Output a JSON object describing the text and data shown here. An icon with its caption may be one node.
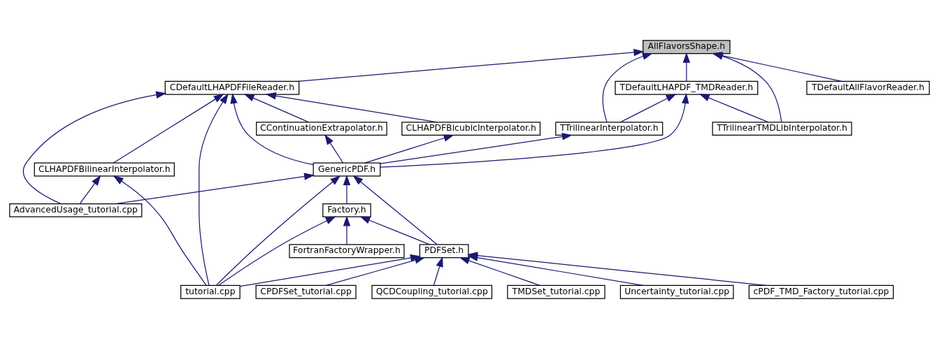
{
  "diagram": {
    "nodes": [
      {
        "text": [
          "AllFlavorsShape.h"
        ]
      },
      {
        "text": [
          "TDefaultLHAPDF_TMDReader.h"
        ]
      },
      {
        "text": [
          "CDefaultLHAPDFFileReader.h"
        ]
      },
      {
        "text": [
          "TDefaultAllFlavorReader.h"
        ]
      },
      {
        "text": [
          "TTrilinearInterpolator.h"
        ]
      },
      {
        "text": [
          "TTrilinearTMDLibInterpolator.h"
        ]
      },
      {
        "text": [
          "CContinuationExtrapolator.h"
        ]
      },
      {
        "text": [
          "CLHAPDFBicubicInterpolator.h"
        ]
      },
      {
        "text": [
          "GenericPDF.h"
        ]
      },
      {
        "text": [
          "CLHAPDFBilinearInterpolator.h"
        ]
      },
      {
        "text": [
          "Factory.h"
        ]
      },
      {
        "text": [
          "AdvancedUsage_tutorial.cpp"
        ]
      },
      {
        "text": [
          "PDFSet.h"
        ]
      },
      {
        "text": [
          "FortranFactoryWrapper.h"
        ]
      },
      {
        "text": [
          "CPDFSet_tutorial.cpp"
        ]
      },
      {
        "text": [
          "QCDCoupling_tutorial.cpp"
        ]
      },
      {
        "text": [
          "TMDSet_tutorial.cpp"
        ]
      },
      {
        "text": [
          "Uncertainty_tutorial.cpp"
        ]
      },
      {
        "text": [
          "cPDF_TMD_Factory_tutorial.cpp"
        ]
      },
      {
        "text": [
          "tutorial.cpp"
        ]
      }
    ],
    "edges": [
      {
        "from": 1,
        "to": 0,
        "arrow": "to"
      },
      {
        "from": 4,
        "to": 0,
        "arrow": "to"
      },
      {
        "from": 5,
        "to": 0,
        "arrow": "to"
      },
      {
        "from": 2,
        "to": 0,
        "arrow": "to"
      },
      {
        "from": 3,
        "to": 0,
        "arrow": "to"
      },
      {
        "from": 4,
        "to": 1,
        "arrow": "to"
      },
      {
        "from": 5,
        "to": 1,
        "arrow": "to"
      },
      {
        "from": 8,
        "to": 1,
        "arrow": "to"
      },
      {
        "from": 6,
        "to": 2,
        "arrow": "to"
      },
      {
        "from": 7,
        "to": 2,
        "arrow": "to"
      },
      {
        "from": 8,
        "to": 2,
        "arrow": "to"
      },
      {
        "from": 11,
        "to": 2,
        "arrow": "to"
      },
      {
        "from": 9,
        "to": 2,
        "arrow": "to"
      },
      {
        "from": 19,
        "to": 2,
        "arrow": "to"
      },
      {
        "from": 8,
        "to": 4,
        "arrow": "to"
      },
      {
        "from": 8,
        "to": 6,
        "arrow": "to"
      },
      {
        "from": 8,
        "to": 7,
        "arrow": "to"
      },
      {
        "from": 10,
        "to": 8,
        "arrow": "to"
      },
      {
        "from": 12,
        "to": 8,
        "arrow": "to"
      },
      {
        "from": 11,
        "to": 8,
        "arrow": "to"
      },
      {
        "from": 19,
        "to": 8,
        "arrow": "to"
      },
      {
        "from": 11,
        "to": 9,
        "arrow": "to"
      },
      {
        "from": 19,
        "to": 9,
        "arrow": "to"
      },
      {
        "from": 12,
        "to": 10,
        "arrow": "to"
      },
      {
        "from": 13,
        "to": 10,
        "arrow": "to"
      },
      {
        "from": 19,
        "to": 10,
        "arrow": "to"
      },
      {
        "from": 14,
        "to": 12,
        "arrow": "to"
      },
      {
        "from": 15,
        "to": 12,
        "arrow": "to"
      },
      {
        "from": 16,
        "to": 12,
        "arrow": "to"
      },
      {
        "from": 17,
        "to": 12,
        "arrow": "to"
      },
      {
        "from": 18,
        "to": 12,
        "arrow": "to"
      },
      {
        "from": 19,
        "to": 12,
        "arrow": "to"
      }
    ]
  }
}
